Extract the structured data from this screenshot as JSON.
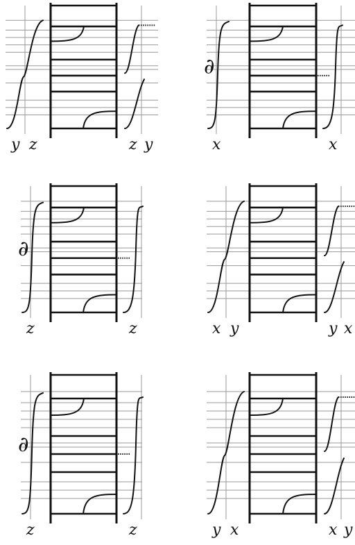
{
  "panels": [
    {
      "id": "p1",
      "boundary": false,
      "labels_left": [
        "y",
        "z"
      ],
      "labels_right": [
        "z",
        "y"
      ]
    },
    {
      "id": "p2",
      "boundary": true,
      "boundary_symbol": "∂",
      "labels_left": [
        "x"
      ],
      "labels_right": [
        "x"
      ]
    },
    {
      "id": "p3",
      "boundary": true,
      "boundary_symbol": "∂",
      "labels_left": [
        "z"
      ],
      "labels_right": [
        "z"
      ]
    },
    {
      "id": "p4",
      "boundary": false,
      "labels_left": [
        "x",
        "y"
      ],
      "labels_right": [
        "y",
        "x"
      ]
    },
    {
      "id": "p5",
      "boundary": true,
      "boundary_symbol": "∂",
      "labels_left": [
        "z"
      ],
      "labels_right": [
        "z"
      ]
    },
    {
      "id": "p6",
      "boundary": false,
      "labels_left": [
        "y",
        "x"
      ],
      "labels_right": [
        "x",
        "y"
      ]
    }
  ]
}
